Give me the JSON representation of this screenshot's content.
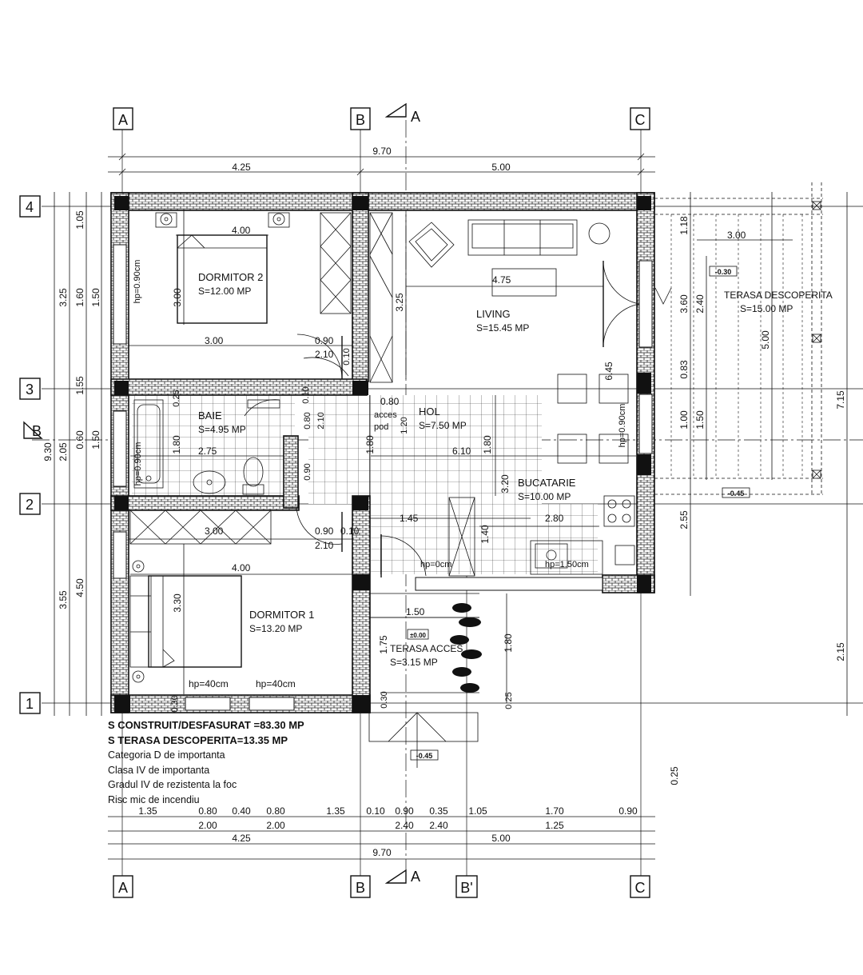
{
  "axes": {
    "letters_top": [
      "A",
      "B",
      "C"
    ],
    "letters_bottom": [
      "A",
      "B",
      "B'",
      "C"
    ],
    "numbers": [
      "4",
      "3",
      "2",
      "1"
    ],
    "section_a": "A",
    "section_b": "B"
  },
  "dims_top": {
    "total": "9.70",
    "left": "4.25",
    "right": "5.00"
  },
  "dims_bottom": {
    "row1": [
      "1.35",
      "0.80",
      "0.40",
      "0.80",
      "1.35",
      "0.10",
      "0.90",
      "0.35",
      "1.05",
      "1.70",
      "0.90"
    ],
    "row2": [
      "2.00",
      "2.00",
      "2.40",
      "2.40",
      "1.25"
    ],
    "row3": [
      "4.25",
      "5.00"
    ],
    "total": "9.70"
  },
  "dims_left": {
    "total": "9.30",
    "outer": [
      "3.25",
      "2.05",
      "3.55"
    ],
    "mid": [
      "1.05",
      "1.60",
      "1.55",
      "0.60",
      "4.50"
    ],
    "inner": [
      "1.50",
      "1.50"
    ]
  },
  "dims_right": {
    "a": [
      "1.18",
      "3.60",
      "0.83",
      "1.00",
      "2.55"
    ],
    "b": [
      "2.40",
      "1.50"
    ],
    "c": [
      "5.00",
      "2.15"
    ],
    "d": "7.15",
    "e": "0.25"
  },
  "rooms": {
    "dormitor2": {
      "name": "DORMITOR 2",
      "area": "S=12.00 MP"
    },
    "living": {
      "name": "LIVING",
      "area": "S=15.45 MP"
    },
    "baie": {
      "name": "BAIE",
      "area": "S=4.95 MP"
    },
    "hol": {
      "name": "HOL",
      "area": "S=7.50 MP"
    },
    "bucatarie": {
      "name": "BUCATARIE",
      "area": "S=10.00 MP"
    },
    "dormitor1": {
      "name": "DORMITOR 1",
      "area": "S=13.20 MP"
    },
    "terasa_acces": {
      "name": "TERASA ACCES",
      "area": "S=3.15 MP"
    },
    "terasa_desc": {
      "name": "TERASA DESCOPERITA",
      "area": "S=15.00 MP"
    }
  },
  "interior_dims": {
    "d2_width": "4.00",
    "d2_height": "3.00",
    "d2_bottom": "3.00",
    "door_a_w": "0.90",
    "door_a_h": "2.10",
    "living_w": "4.75",
    "hol_h": "3.25",
    "baie_w": "2.75",
    "baie_h": "1.80",
    "acces_w": "0.80",
    "acces_label": "acces",
    "pod_label": "pod",
    "acces_h": "1.20",
    "bath_door_w": "0.80",
    "bath_door_h": "2.10",
    "bath_small": "0.10",
    "hol_w": "6.10",
    "hol_h2": "1.80",
    "hol_h3": "1.80",
    "buc_h": "3.20",
    "buc_w": "2.80",
    "hol_low": "1.45",
    "buc_side": "1.40",
    "d1_top": "3.00",
    "door_b_w": "0.90",
    "door_b_h": "2.10",
    "door_b_small": "0.10",
    "d1_width": "4.00",
    "d1_height": "3.30",
    "living_6_45": "6.45",
    "ter_a_w": "1.50",
    "ter_a_h": "1.75",
    "ter_a_side": "1.80",
    "ter_d_w": "3.00",
    "wc_small": "0.90",
    "d2_small": "0.10"
  },
  "hp_labels": {
    "d2": "hp=0.90cm",
    "baie": "hp=0.90cm",
    "living": "hp=0.90cm",
    "d1_left": "hp=40cm",
    "d1_right": "hp=40cm",
    "hol": "hp=0cm",
    "buc": "hp=1.50cm"
  },
  "levels": {
    "terasa_top": "-0.30",
    "terasa_bottom": "-0.45",
    "entry": "-0.45",
    "zero": "±0.00"
  },
  "notes": {
    "line1": "S CONSTRUIT/DESFASURAT =83.30 MP",
    "line2": "S TERASA DESCOPERITA=13.35 MP",
    "line3": "Categoria D de importanta",
    "line4": "Clasa IV de importanta",
    "line5": "Gradul IV de rezistenta la foc",
    "line6": "Risc mic de incendiu"
  },
  "stair_dims": {
    "a": "0.30",
    "b": "0.25",
    "c": "0.30",
    "d": "0.25"
  }
}
